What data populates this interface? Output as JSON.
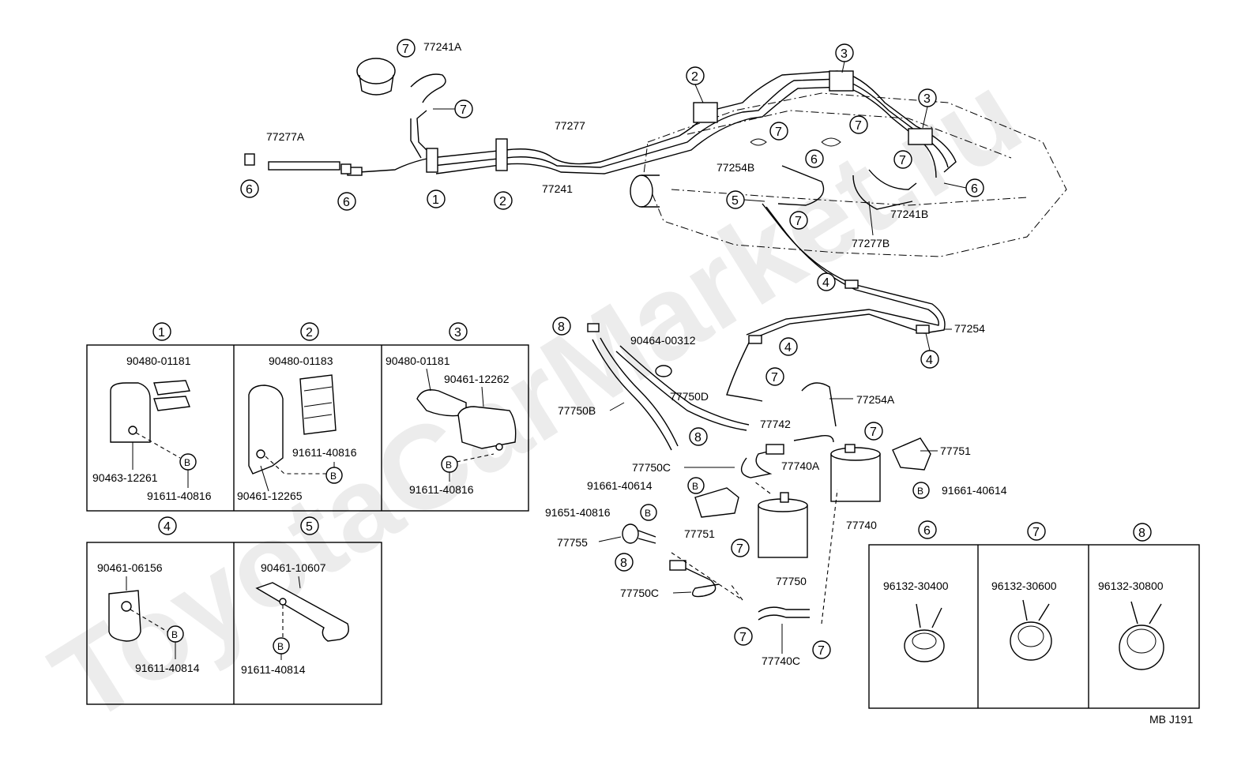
{
  "watermark": "ToyotaCarMarket.ru",
  "diagram_code": "MB J191",
  "callouts": {
    "c1": "1",
    "c2": "2",
    "c3": "3",
    "c4": "4",
    "c5": "5",
    "c6": "6",
    "c7": "7",
    "c8": "8",
    "B": "B"
  },
  "parts": {
    "p77241A": "77241A",
    "p77277A": "77277A",
    "p77277": "77277",
    "p77241": "77241",
    "p77254B": "77254B",
    "p77241B": "77241B",
    "p77277B": "77277B",
    "p77254": "77254",
    "p77254A": "77254A",
    "p90464_00312": "90464-00312",
    "p77750D": "77750D",
    "p77750B": "77750B",
    "p77742": "77742",
    "p77740A": "77740A",
    "p77751": "77751",
    "p91661_40614": "91661-40614",
    "p77750C": "77750C",
    "p91651_40816": "91651-40816",
    "p77755": "77755",
    "p77750": "77750",
    "p77740": "77740",
    "p77740C": "77740C"
  },
  "insets": {
    "clamp1": {
      "top": "90480-01181",
      "bottom": "90463-12261",
      "bolt": "91611-40816"
    },
    "clamp2": {
      "top": "90480-01183",
      "bottom": "90461-12265",
      "bolt": "91611-40816"
    },
    "clamp3": {
      "top": "90480-01181",
      "mid": "90461-12262",
      "bolt": "91611-40816"
    },
    "clamp4": {
      "top": "90461-06156",
      "bolt": "91611-40814"
    },
    "clamp5": {
      "top": "90461-10607",
      "bolt": "91611-40814"
    },
    "clip6": {
      "part": "96132-30400"
    },
    "clip7": {
      "part": "96132-30600"
    },
    "clip8": {
      "part": "96132-30800"
    }
  }
}
